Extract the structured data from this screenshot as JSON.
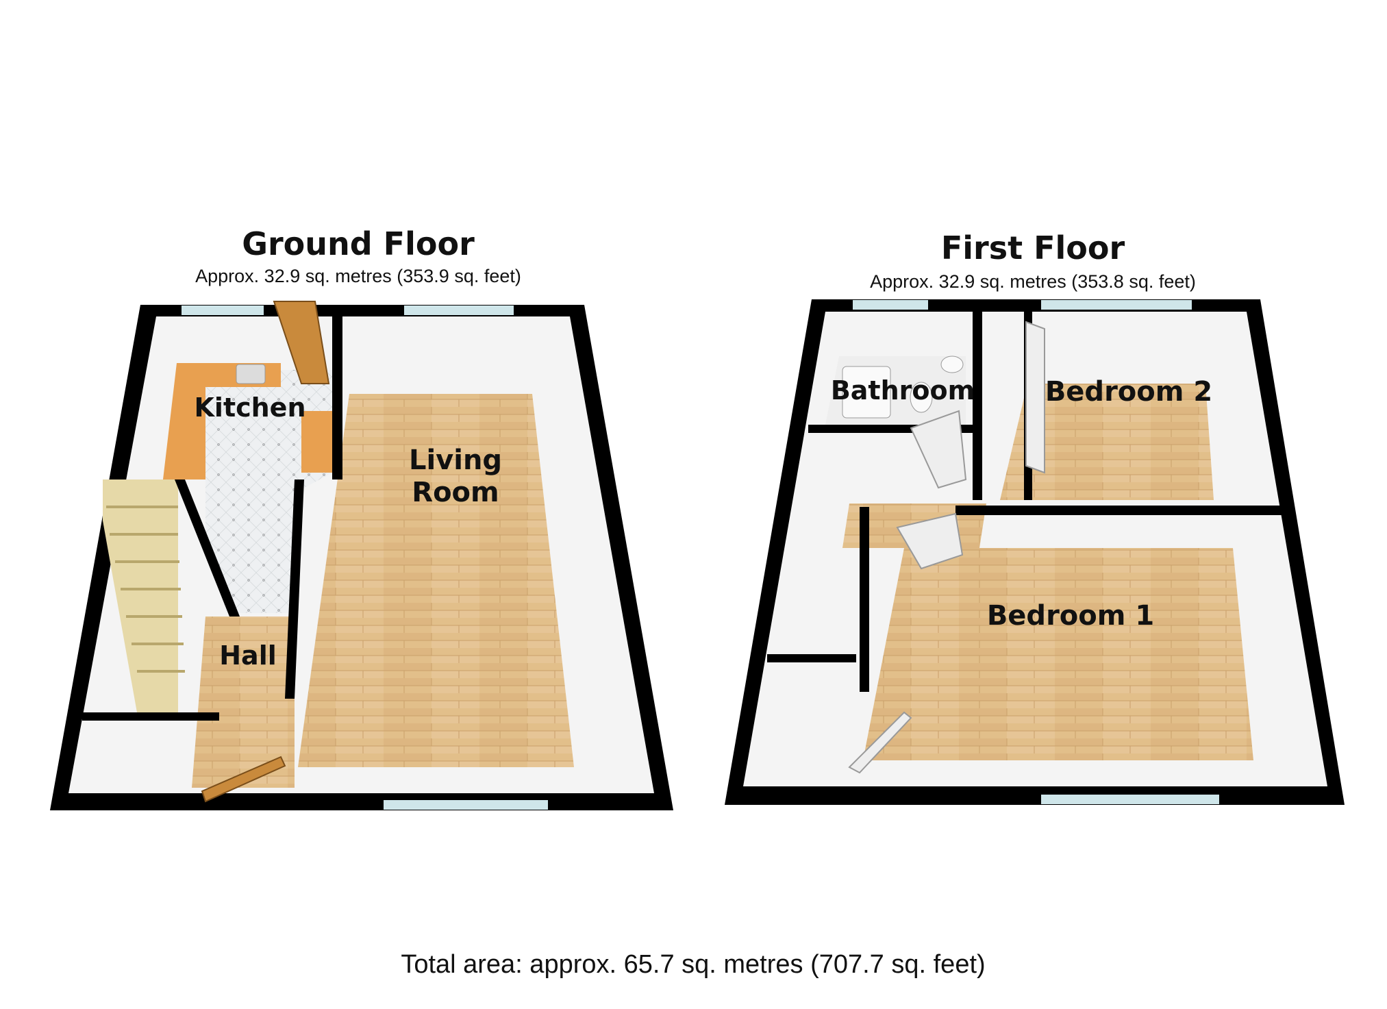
{
  "ground_floor": {
    "title": "Ground Floor",
    "area": "Approx. 32.9 sq. metres (353.9 sq. feet)",
    "rooms": {
      "kitchen": "Kitchen",
      "living_line1": "Living",
      "living_line2": "Room",
      "hall": "Hall"
    }
  },
  "first_floor": {
    "title": "First Floor",
    "area": "Approx. 32.9 sq. metres (353.8 sq. feet)",
    "rooms": {
      "bathroom": "Bathroom",
      "bedroom2": "Bedroom 2",
      "bedroom1": "Bedroom 1"
    }
  },
  "total_area": "Total area: approx. 65.7 sq. metres (707.7 sq. feet)",
  "colors": {
    "wall": "#000000",
    "wall_face": "#f4f4f4",
    "wood": "#e2bf8a",
    "wood_dark": "#cfa86e",
    "tile": "#eceff1",
    "counter": "#e8a050",
    "window": "#cfe6ea"
  }
}
